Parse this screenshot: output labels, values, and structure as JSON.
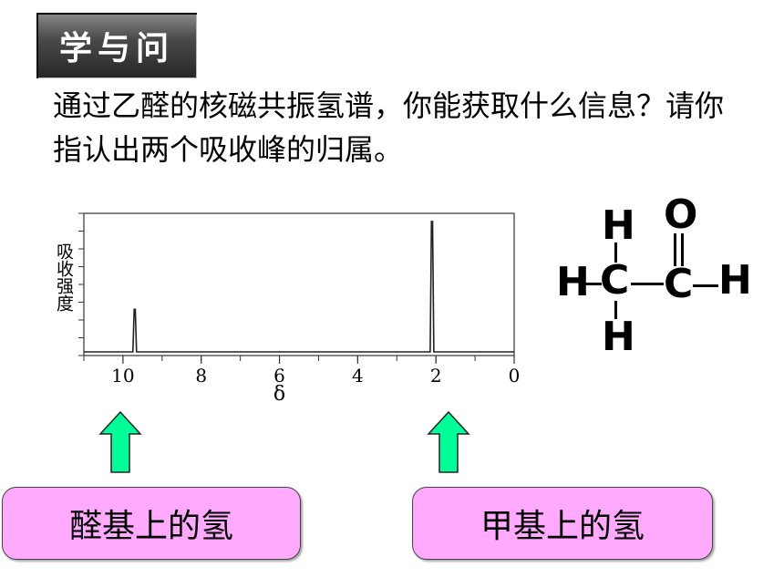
{
  "badge": {
    "text": "学与问"
  },
  "question": {
    "text": "通过乙醛的核磁共振氢谱，你能获取什么信息？请你指认出两个吸收峰的归属。"
  },
  "chart_data": {
    "type": "line",
    "title": "",
    "xlabel": "δ",
    "ylabel": "吸收强度",
    "xlim": [
      11,
      0
    ],
    "ylim": [
      0,
      1
    ],
    "x_ticks": [
      10,
      8,
      6,
      4,
      2,
      0
    ],
    "x_tick_labels": [
      "10",
      "8",
      "6",
      "4",
      "2",
      "0"
    ],
    "grid": false,
    "series": [
      {
        "peaks": [
          {
            "x": 9.7,
            "y": 0.32
          },
          {
            "x": 2.1,
            "y": 0.98
          }
        ],
        "baseline": 0.0
      }
    ]
  },
  "molecule": {
    "atoms": {
      "h_top": "H",
      "o": "O",
      "h_left": "H",
      "c1": "C",
      "c2": "C",
      "h_right": "H",
      "h_bottom": "H"
    }
  },
  "labels": {
    "left": "醛基上的氢",
    "right": "甲基上的氢"
  },
  "colors": {
    "arrow_fill": "#00ff99",
    "box_fill": "#ffaaff",
    "badge": "#3a3a3a"
  }
}
